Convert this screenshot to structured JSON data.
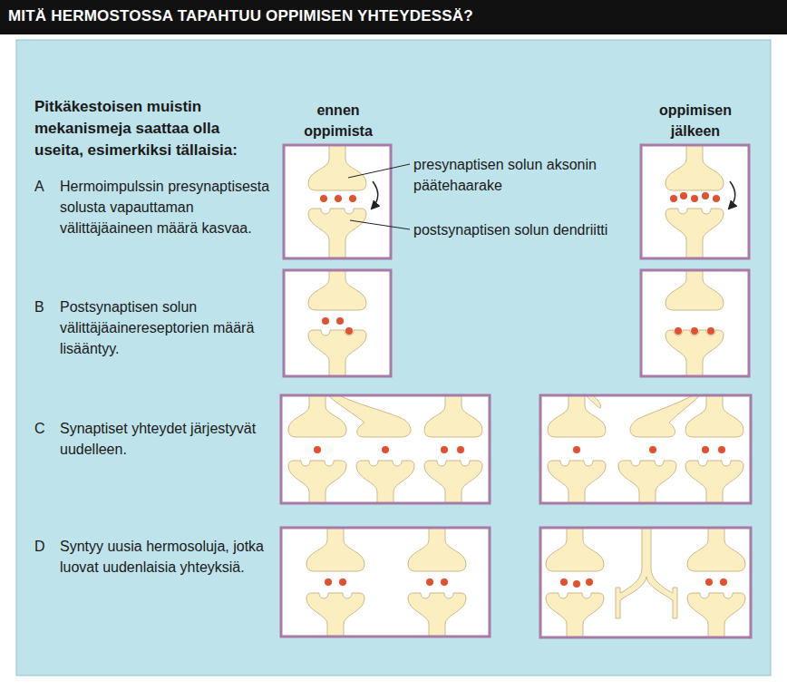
{
  "diagram": {
    "title": "MITÄ HERMOSTOSSA TAPAHTUU OPPIMISEN YHTEYDESSÄ?",
    "labels": [
      "Pitkäkestoisen muistin mekanismeja saattaa olla useita, esimerkiksi tällaisia:",
      "ennen oppimista",
      "oppimisen jälkeen",
      "A",
      "Hermoimpulssin presynaptisesta solusta vapauttaman välittäjäaineen määrä kasvaa.",
      "presynaptisen solun aksonin päätehaarake",
      "postsynaptisen solun dendriitti",
      "B",
      "Postsynaptisen solun välittäjäainereseptorien määrä lisääntyy.",
      "C",
      "Synaptiset yhteydet järjestyvät uudelleen.",
      "D",
      "Syntyy uusia hermosoluja, jotka luovat uudenlaisia yhteyksiä."
    ]
  }
}
